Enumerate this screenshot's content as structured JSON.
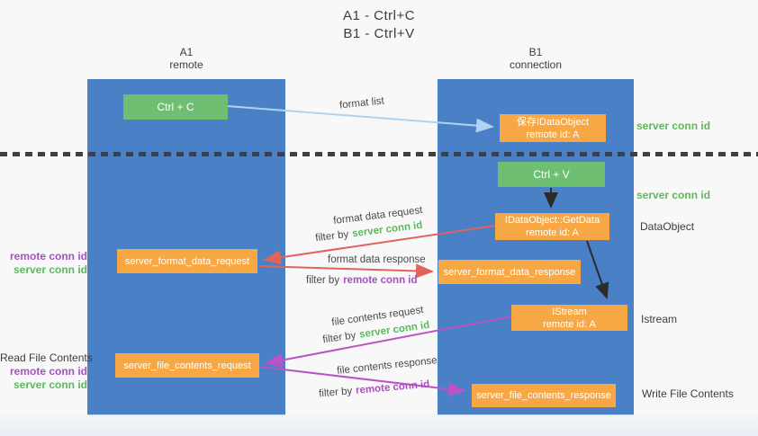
{
  "title": {
    "line1": "A1 - Ctrl+C",
    "line2": "B1 - Ctrl+V"
  },
  "lanes": {
    "left": {
      "title": "A1",
      "subtitle": "remote"
    },
    "right": {
      "title": "B1",
      "subtitle": "connection"
    }
  },
  "nodes": {
    "ctrl_c": {
      "label": "Ctrl + C"
    },
    "ctrl_v": {
      "label": "Ctrl + V"
    },
    "save_idataobject": {
      "line1": "保存IDataObject",
      "line2": "remote id: A"
    },
    "getdata": {
      "line1": "IDataObject::GetData",
      "line2": "remote id: A"
    },
    "istream": {
      "line1": "IStream",
      "line2": "remote id: A"
    },
    "format_request": {
      "label": "server_format_data_request"
    },
    "format_response": {
      "label": "server_format_data_response"
    },
    "file_request": {
      "label": "server_file_contents_request"
    },
    "file_response": {
      "label": "server_file_contents_response"
    }
  },
  "annotations": {
    "right": {
      "server_conn_id_top": "server conn id",
      "server_conn_id_mid": "server conn id",
      "dataobject": "DataObject",
      "istream": "Istream",
      "write_file_contents": "Write File Contents"
    },
    "left": {
      "remote_conn_id_mid": "remote conn id",
      "server_conn_id_mid": "server conn id",
      "read_file_contents": "Read File Contents",
      "remote_conn_id_bottom": "remote conn id",
      "server_conn_id_bottom": "server conn id"
    }
  },
  "flows": {
    "format_list": {
      "label": "format list"
    },
    "format_data_request": {
      "label": "format data request",
      "filter_prefix": "filter by",
      "filter_key": "server conn id"
    },
    "format_data_response": {
      "label": "format data response",
      "filter_prefix": "filter by",
      "filter_key": "remote conn id"
    },
    "file_contents_request": {
      "label": "file contents request",
      "filter_prefix": "filter by",
      "filter_key": "server conn id"
    },
    "file_contents_response": {
      "label": "file contents response",
      "filter_prefix": "filter by",
      "filter_key": "remote conn id"
    }
  },
  "colors": {
    "lane_blue": "#4a80c6",
    "node_green": "#6fbf73",
    "node_orange": "#f7a845",
    "arrow_blue": "#aed3f1",
    "arrow_red": "#e2635a",
    "arrow_magenta": "#bb53c5",
    "arrow_black": "#2b2b2b",
    "label_green": "#5cb85c",
    "label_purple": "#a94fc0"
  }
}
